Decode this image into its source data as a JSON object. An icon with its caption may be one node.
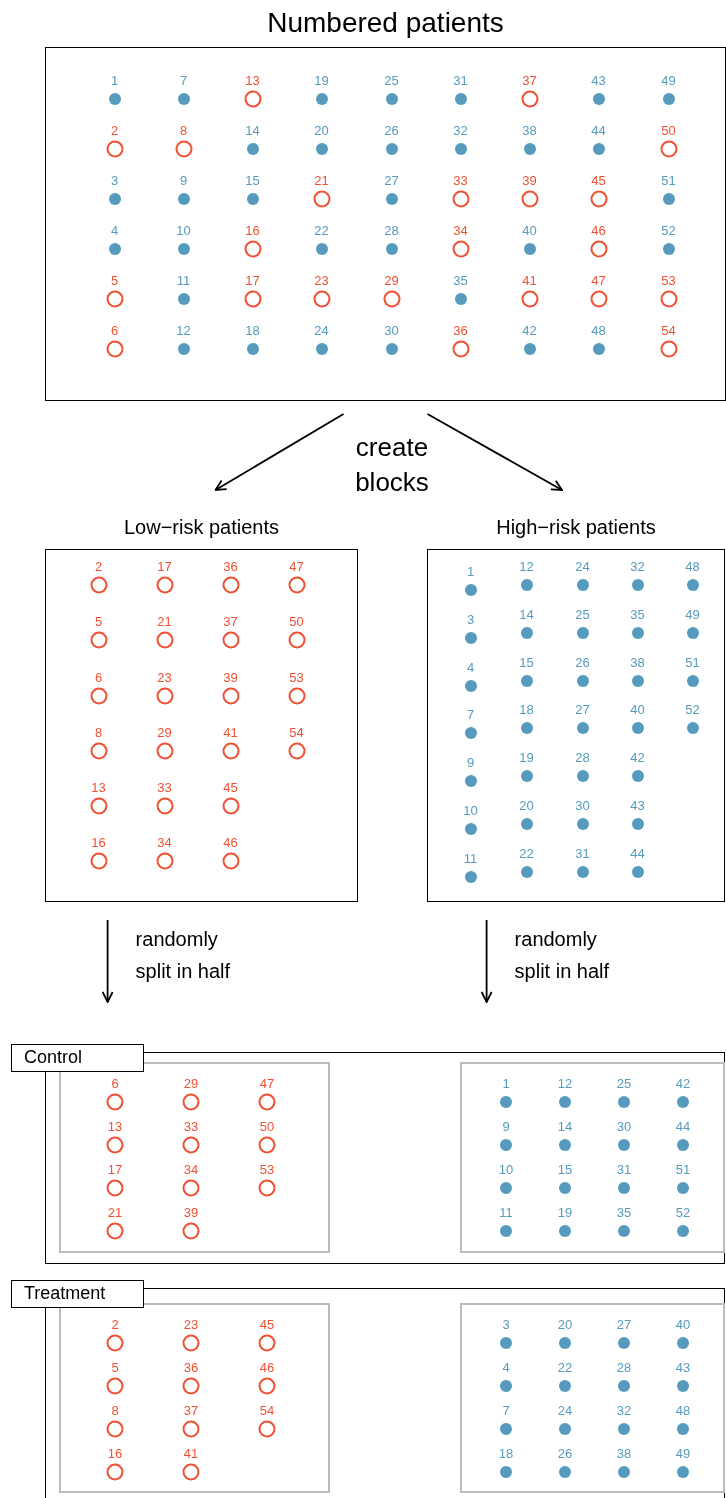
{
  "diagram": {
    "nodes": [
      {
        "text": [
          "Numbered patients"
        ]
      },
      {
        "text": [
          "Low−risk patients"
        ]
      },
      {
        "text": [
          "High−risk patients"
        ]
      },
      {
        "text": [
          "Control"
        ]
      },
      {
        "text": [],
        "shape": "box",
        "in": 3
      },
      {
        "text": [],
        "shape": "box",
        "in": 3
      },
      {
        "text": [
          "Treatment"
        ]
      },
      {
        "text": [],
        "shape": "box",
        "in": 6
      },
      {
        "text": [],
        "shape": "box",
        "in": 6
      }
    ],
    "edges": [
      {
        "from": 0,
        "to": 1,
        "arrow": "to"
      },
      {
        "from": 0,
        "to": 2,
        "arrow": "to"
      },
      {
        "from": 1,
        "to": null,
        "arrow": "to",
        "label": "randomly split in half"
      },
      {
        "from": 2,
        "to": null,
        "arrow": "to",
        "label": "randomly split in half"
      }
    ],
    "labels": [
      "create blocks",
      "1",
      "7",
      "13",
      "19",
      "25",
      "31",
      "37",
      "43",
      "49",
      "2",
      "8",
      "14",
      "20",
      "26",
      "32",
      "38",
      "44",
      "50",
      "3",
      "9",
      "15",
      "21",
      "27",
      "33",
      "39",
      "45",
      "51",
      "4",
      "10",
      "16",
      "22",
      "28",
      "34",
      "40",
      "46",
      "52",
      "5",
      "11",
      "17",
      "23",
      "29",
      "35",
      "41",
      "47",
      "53",
      "6",
      "12",
      "18",
      "24",
      "30",
      "36",
      "42",
      "48",
      "54",
      "2",
      "17",
      "36",
      "47",
      "5",
      "21",
      "37",
      "50",
      "6",
      "23",
      "39",
      "53",
      "8",
      "29",
      "41",
      "54",
      "13",
      "33",
      "45",
      "16",
      "34",
      "46",
      "1",
      "12",
      "24",
      "32",
      "48",
      "3",
      "14",
      "25",
      "35",
      "49",
      "4",
      "15",
      "26",
      "38",
      "51",
      "7",
      "18",
      "27",
      "40",
      "52",
      "9",
      "19",
      "28",
      "42",
      "10",
      "20",
      "30",
      "43",
      "11",
      "22",
      "31",
      "44",
      "6",
      "29",
      "47",
      "13",
      "33",
      "50",
      "17",
      "34",
      "53",
      "21",
      "39",
      "1",
      "12",
      "25",
      "42",
      "9",
      "14",
      "30",
      "44",
      "10",
      "15",
      "31",
      "51",
      "11",
      "19",
      "35",
      "52",
      "2",
      "23",
      "45",
      "5",
      "36",
      "46",
      "8",
      "37",
      "54",
      "16",
      "41",
      "3",
      "20",
      "27",
      "40",
      "4",
      "22",
      "28",
      "43",
      "7",
      "24",
      "32",
      "48",
      "18",
      "26",
      "38",
      "49"
    ]
  }
}
